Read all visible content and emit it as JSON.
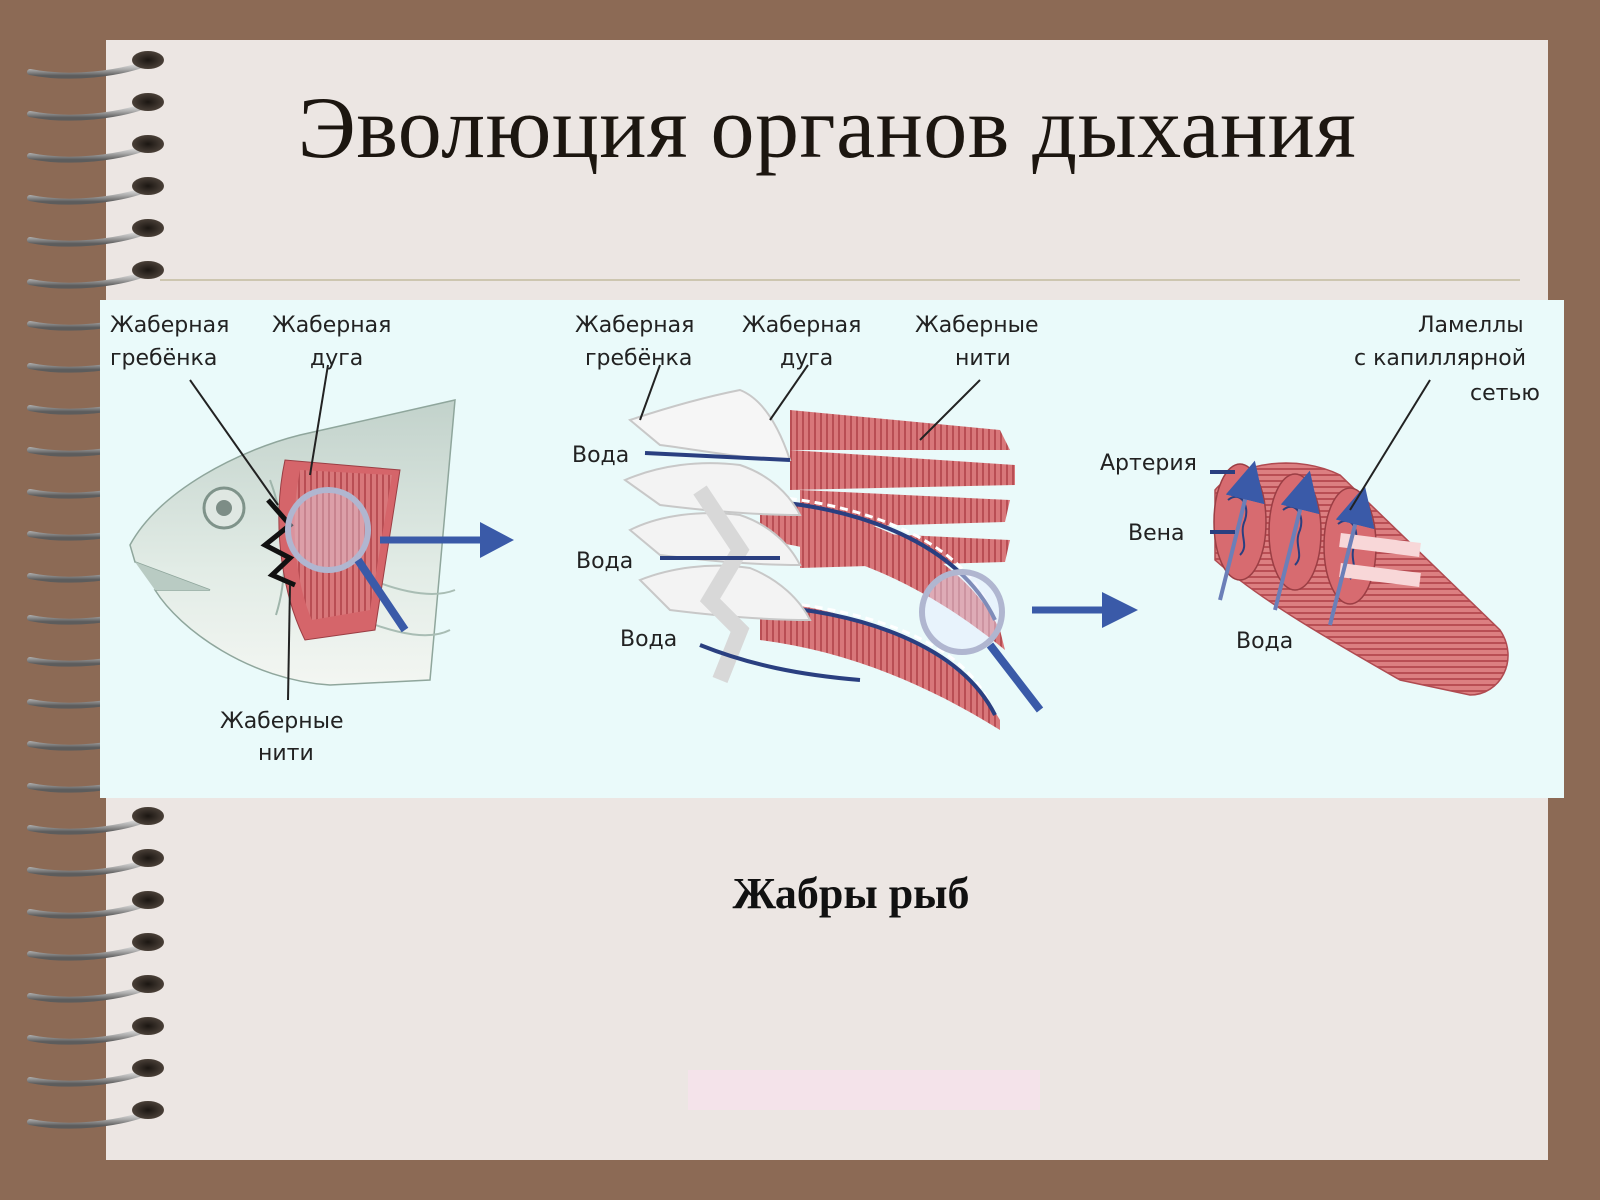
{
  "slide": {
    "title": "Эволюция органов дыхания",
    "caption": "Жабры рыб"
  },
  "diagram": {
    "fish_head": {
      "gill_raker": [
        "Жаберная",
        "гребёнка"
      ],
      "gill_arch": [
        "Жаберная",
        "дуга"
      ],
      "gill_filaments": [
        "Жаберные",
        "нити"
      ]
    },
    "gill_arch_detail": {
      "gill_raker": [
        "Жаберная",
        "гребёнка"
      ],
      "gill_arch": [
        "Жаберная",
        "дуга"
      ],
      "gill_filaments": [
        "Жаберные",
        "нити"
      ],
      "water_labels": [
        "Вода",
        "Вода",
        "Вода"
      ]
    },
    "filament_detail": {
      "lamellae": [
        "Ламеллы",
        "с капиллярной",
        "сетью"
      ],
      "artery": "Артерия",
      "vein": "Вена",
      "water": "Вода"
    }
  },
  "colors": {
    "frame": "#8c6a55",
    "page": "#ece6e3",
    "panel": "#eafafa",
    "gill_red": "#d9777a",
    "arrow_blue": "#3a5aa8"
  }
}
